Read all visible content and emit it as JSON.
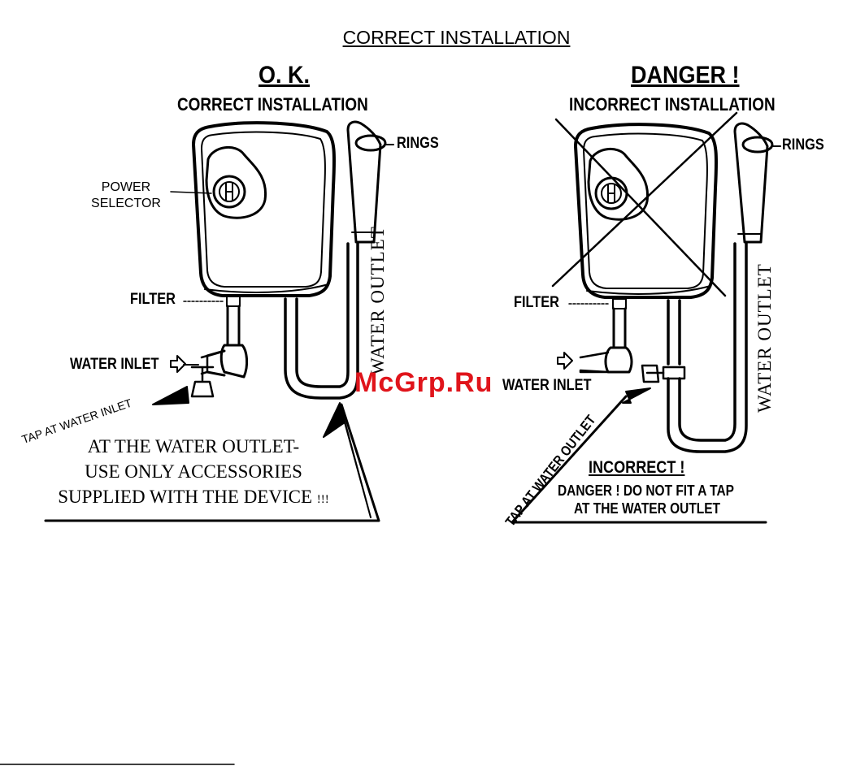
{
  "page_title": "CORRECT INSTALLATION",
  "left_panel": {
    "heading": "O. K.",
    "subheading": "CORRECT INSTALLATION",
    "rings_label": "RINGS",
    "power_selector_label_line1": "POWER",
    "power_selector_label_line2": "SELECTOR",
    "water_outlet_label": "WATER OUTLET",
    "filter_label": "FILTER",
    "water_inlet_label": "WATER INLET",
    "tap_label": "TAP AT WATER INLET",
    "warning_line1": "AT THE WATER OUTLET-",
    "warning_line2": "USE ONLY ACCESSORIES",
    "warning_line3": "SUPPLIED WITH THE DEVICE",
    "warning_marks": "!!!"
  },
  "right_panel": {
    "heading": "DANGER !",
    "subheading": "INCORRECT INSTALLATION",
    "rings_label": "RINGS",
    "water_outlet_label": "WATER OUTLET",
    "filter_label": "FILTER",
    "water_inlet_label": "WATER INLET",
    "tap_label": "TAP AT WATER OUTLET",
    "incorrect_label": "INCORRECT !",
    "danger_line1": "DANGER ! DO NOT FIT A TAP",
    "danger_line2": "AT THE WATER OUTLET"
  },
  "watermark": "McGrp.Ru",
  "colors": {
    "ink": "#000000",
    "watermark": "#e0141b",
    "background": "#ffffff"
  }
}
